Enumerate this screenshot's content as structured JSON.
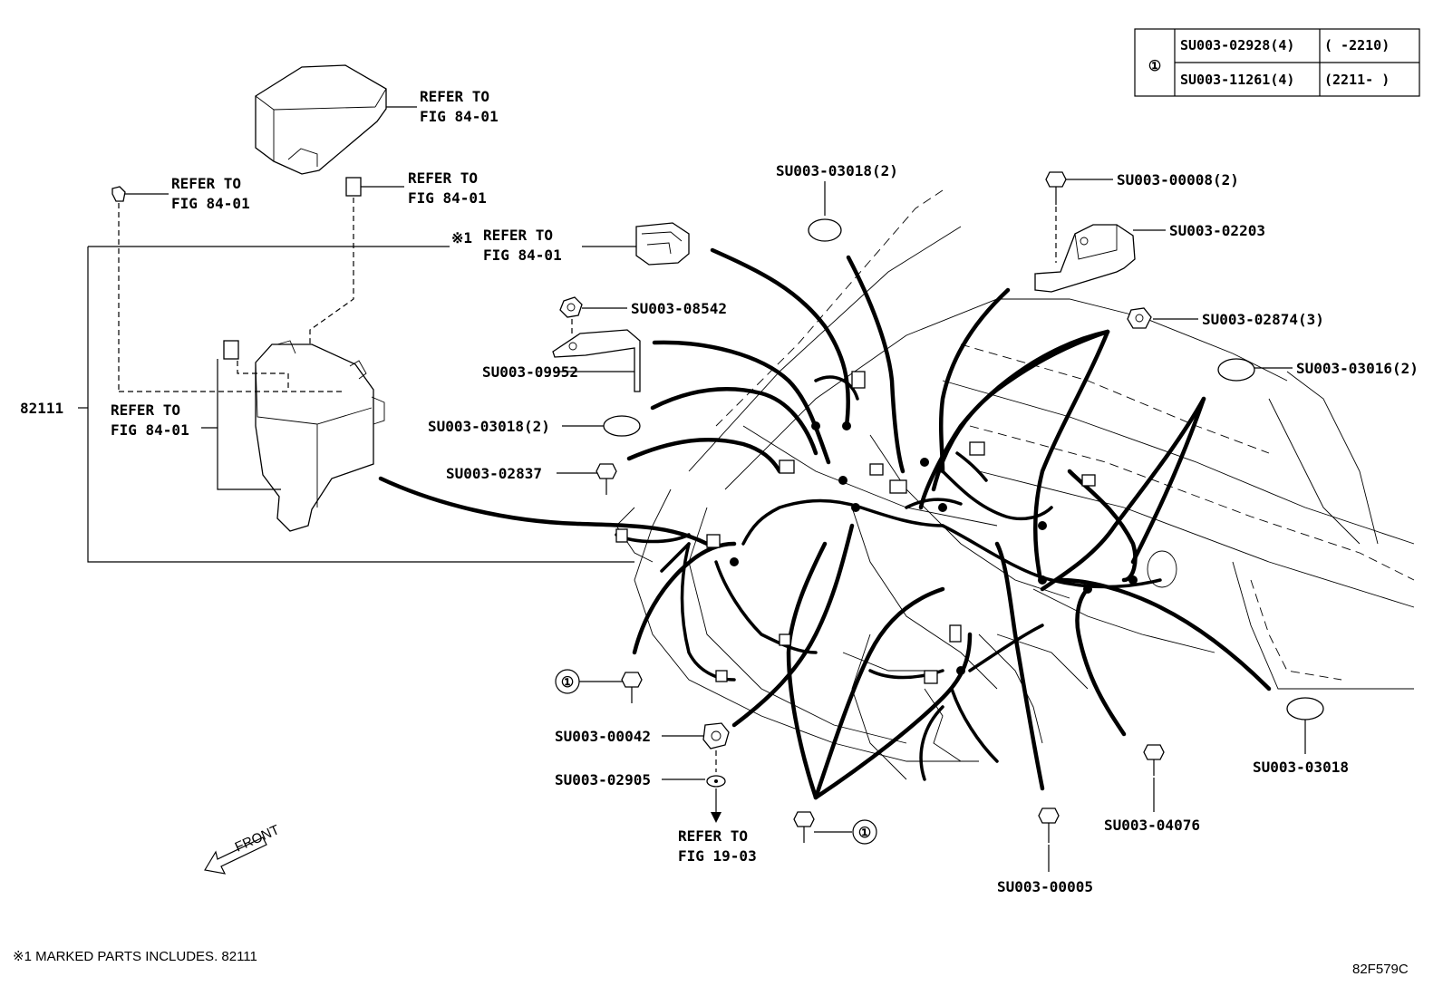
{
  "table": {
    "marker": "①",
    "rows": [
      {
        "part": "SU003-02928(4)",
        "range": "(    -2210)"
      },
      {
        "part": "SU003-11261(4)",
        "range": "(2211-    )"
      }
    ]
  },
  "labels": {
    "refer_cover_1": "REFER TO",
    "refer_cover_2": "FIG 84-01",
    "refer_fuse_left_1": "REFER TO",
    "refer_fuse_left_2": "FIG 84-01",
    "refer_fuse_right_1": "REFER TO",
    "refer_fuse_right_2": "FIG 84-01",
    "refer_marked_prefix": "※1",
    "refer_marked_1": "REFER TO",
    "refer_marked_2": "FIG 84-01",
    "refer_box_1": "REFER TO",
    "refer_box_2": "FIG 84-01",
    "refer_bottom_1": "REFER TO",
    "refer_bottom_2": "FIG 19-03",
    "main_part": "82111",
    "su_03018_top": "SU003-03018(2)",
    "su_00008": "SU003-00008(2)",
    "su_02203": "SU003-02203",
    "su_08542": "SU003-08542",
    "su_02874": "SU003-02874(3)",
    "su_09952": "SU003-09952",
    "su_03016": "SU003-03016(2)",
    "su_03018_left": "SU003-03018(2)",
    "su_02837": "SU003-02837",
    "circle_1_a": "①",
    "su_00042": "SU003-00042",
    "su_02905": "SU003-02905",
    "circle_1_b": "①",
    "su_03018_right": "SU003-03018",
    "su_04076": "SU003-04076",
    "su_00005": "SU003-00005",
    "front": "FRONT"
  },
  "footer": {
    "note": "※1 MARKED PARTS INCLUDES. 82111",
    "code": "82F579C"
  }
}
